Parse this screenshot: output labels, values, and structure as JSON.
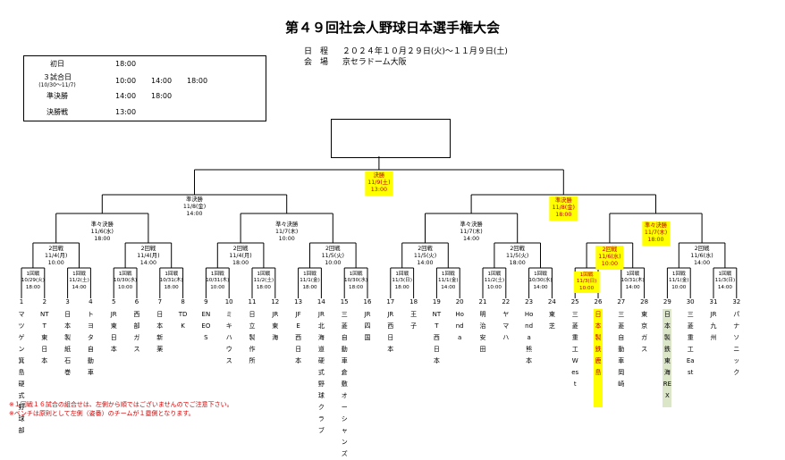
{
  "title": "第４９回社会人野球日本選手権大会",
  "schedule_info": {
    "dates_label": "日　程",
    "dates_value": "２０２４年１０月２９日(火)～１１月９日(土)",
    "venue_label": "会　場",
    "venue_value": "京セラドーム大阪"
  },
  "schedule_table": [
    {
      "label": "初日",
      "sub": "",
      "times": [
        "18:00"
      ]
    },
    {
      "label": "３試合日",
      "sub": "(10/30～11/7)",
      "times": [
        "10:00",
        "14:00",
        "18:00"
      ]
    },
    {
      "label": "準決勝",
      "sub": "",
      "times": [
        "14:00",
        "18:00"
      ]
    },
    {
      "label": "決勝戦",
      "sub": "",
      "times": [
        "13:00"
      ]
    }
  ],
  "final": {
    "round": "決勝",
    "date": "11/9(土)",
    "time": "13:00"
  },
  "semis": [
    {
      "round": "準決勝",
      "date": "11/8(金)",
      "time": "14:00"
    },
    {
      "round": "準決勝",
      "date": "11/8(金)",
      "time": "18:00"
    }
  ],
  "quarters": [
    {
      "round": "準々決勝",
      "date": "11/6(水)",
      "time": "18:00"
    },
    {
      "round": "準々決勝",
      "date": "11/7(木)",
      "time": "10:00"
    },
    {
      "round": "準々決勝",
      "date": "11/7(木)",
      "time": "14:00"
    },
    {
      "round": "準々決勝",
      "date": "11/7(木)",
      "time": "18:00"
    }
  ],
  "round2": [
    {
      "round": "2回戦",
      "date": "11/4(月)",
      "time": "10:00"
    },
    {
      "round": "2回戦",
      "date": "11/4(月)",
      "time": "14:00"
    },
    {
      "round": "2回戦",
      "date": "11/4(月)",
      "time": "18:00"
    },
    {
      "round": "2回戦",
      "date": "11/5(火)",
      "time": "10:00"
    },
    {
      "round": "2回戦",
      "date": "11/5(火)",
      "time": "14:00"
    },
    {
      "round": "2回戦",
      "date": "11/5(火)",
      "time": "18:00"
    },
    {
      "round": "2回戦",
      "date": "11/6(水)",
      "time": "10:00"
    },
    {
      "round": "2回戦",
      "date": "11/6(水)",
      "time": "14:00"
    }
  ],
  "round1": [
    {
      "round": "1回戦",
      "date": "10/29(火)",
      "time": "18:00"
    },
    {
      "round": "1回戦",
      "date": "11/2(土)",
      "time": "14:00"
    },
    {
      "round": "1回戦",
      "date": "10/30(水)",
      "time": "10:00"
    },
    {
      "round": "1回戦",
      "date": "10/31(木)",
      "time": "18:00"
    },
    {
      "round": "1回戦",
      "date": "10/31(木)",
      "time": "10:00"
    },
    {
      "round": "1回戦",
      "date": "11/2(土)",
      "time": "18:00"
    },
    {
      "round": "1回戦",
      "date": "11/1(金)",
      "time": "18:00"
    },
    {
      "round": "1回戦",
      "date": "10/30(水)",
      "time": "18:00"
    },
    {
      "round": "1回戦",
      "date": "11/3(日)",
      "time": "18:00"
    },
    {
      "round": "1回戦",
      "date": "11/1(金)",
      "time": "14:00"
    },
    {
      "round": "1回戦",
      "date": "11/2(土)",
      "time": "10:00"
    },
    {
      "round": "1回戦",
      "date": "10/30(水)",
      "time": "14:00"
    },
    {
      "round": "1回戦",
      "date": "11/3(日)",
      "time": "10:00"
    },
    {
      "round": "1回戦",
      "date": "10/31(木)",
      "time": "14:00"
    },
    {
      "round": "1回戦",
      "date": "11/1(金)",
      "time": "10:00"
    },
    {
      "round": "1回戦",
      "date": "11/3(日)",
      "time": "14:00"
    }
  ],
  "teams": [
    {
      "num": "1",
      "name": "マツゲン箕島硬式野球部"
    },
    {
      "num": "2",
      "name": "NTT東日本"
    },
    {
      "num": "3",
      "name": "日本製紙石巻"
    },
    {
      "num": "4",
      "name": "トヨタ自動車"
    },
    {
      "num": "5",
      "name": "JR東日本"
    },
    {
      "num": "6",
      "name": "西部ガス"
    },
    {
      "num": "7",
      "name": "日本新薬"
    },
    {
      "num": "8",
      "name": "TDK"
    },
    {
      "num": "9",
      "name": "ENEOS"
    },
    {
      "num": "10",
      "name": "ミキハウス"
    },
    {
      "num": "11",
      "name": "日立製作所"
    },
    {
      "num": "12",
      "name": "JR東海"
    },
    {
      "num": "13",
      "name": "JFE西日本"
    },
    {
      "num": "14",
      "name": "JR北海道硬式野球クラブ"
    },
    {
      "num": "15",
      "name": "三菱自動車倉敷オーシャンズ"
    },
    {
      "num": "16",
      "name": "JR四国"
    },
    {
      "num": "17",
      "name": "JR西日本"
    },
    {
      "num": "18",
      "name": "王子"
    },
    {
      "num": "19",
      "name": "NTT西日本"
    },
    {
      "num": "20",
      "name": "Honda"
    },
    {
      "num": "21",
      "name": "明治安田"
    },
    {
      "num": "22",
      "name": "ヤマハ"
    },
    {
      "num": "23",
      "name": "Honda熊本"
    },
    {
      "num": "24",
      "name": "東芝"
    },
    {
      "num": "25",
      "name": "三菱重工West"
    },
    {
      "num": "26",
      "name": "日本製鉄鹿島"
    },
    {
      "num": "27",
      "name": "三菱自動車岡崎"
    },
    {
      "num": "28",
      "name": "東京ガス"
    },
    {
      "num": "29",
      "name": "日本製鉄東海REX"
    },
    {
      "num": "30",
      "name": "三菱重工East"
    },
    {
      "num": "31",
      "name": "JR九州"
    },
    {
      "num": "32",
      "name": "パナソニック"
    }
  ],
  "highlight_color": "#ffff00",
  "highlight_text_color": "#c00000",
  "team_highlight_color": "#dbe5c8",
  "footnotes": [
    "※１回戦１６試合の組合せは、左側から順ではございませんのでご注意下さい。",
    "※ベンチは原則として左側（姿番）のチームが１塁側となります。"
  ]
}
